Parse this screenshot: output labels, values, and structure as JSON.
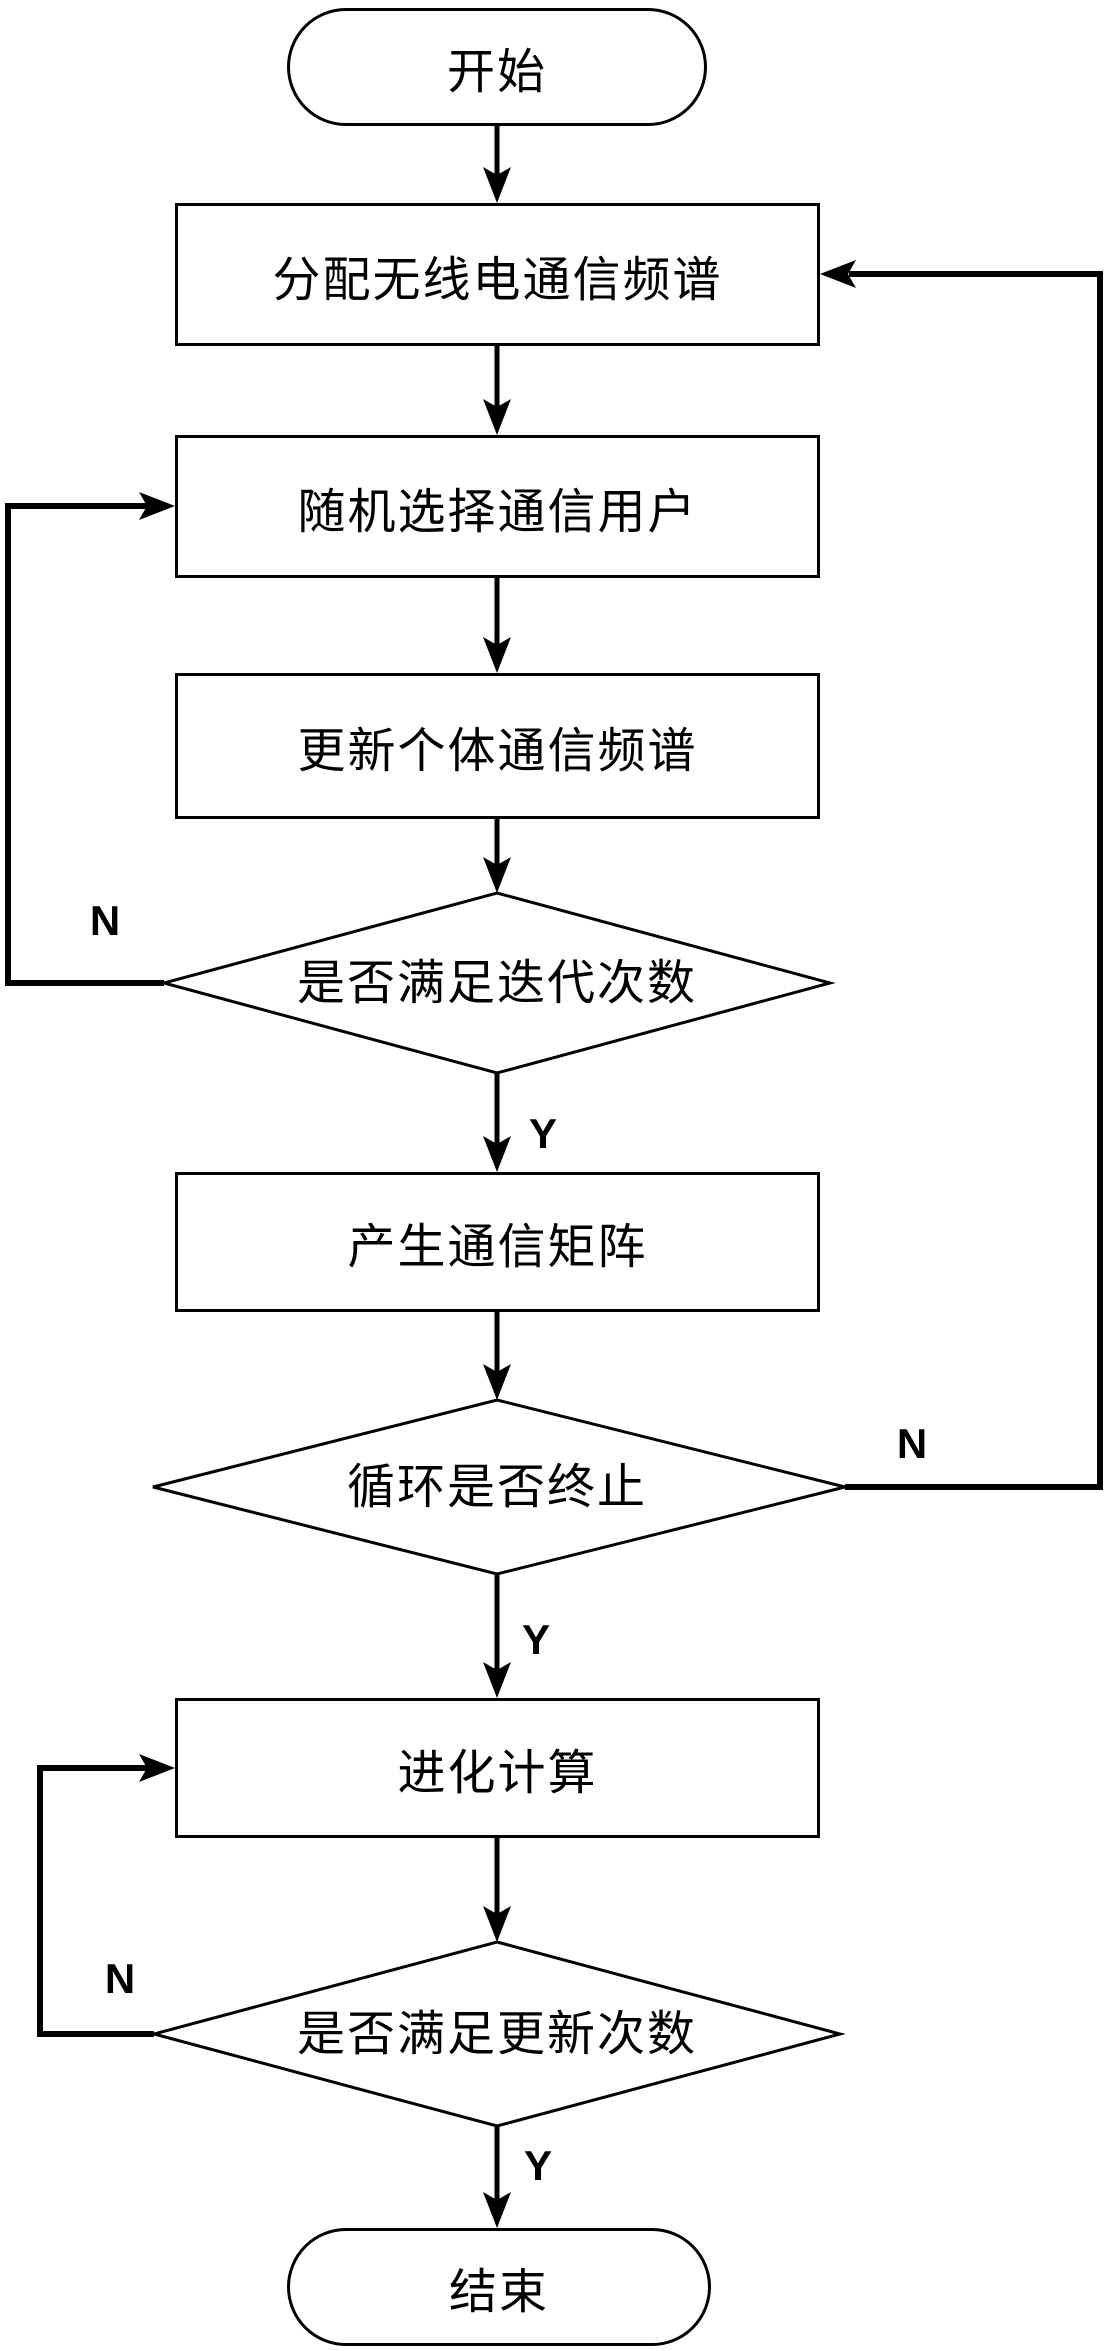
{
  "figure": {
    "background": "#ffffff",
    "line_color": "#000000",
    "node_fill": "#ffffff",
    "nodes": {
      "start": {
        "type": "terminator",
        "label": "开始"
      },
      "allocate_spectrum": {
        "type": "process",
        "label": "分配无线电通信频谱"
      },
      "select_user": {
        "type": "process",
        "label": "随机选择通信用户"
      },
      "update_spectrum": {
        "type": "process",
        "label": "更新个体通信频谱"
      },
      "iteration_check": {
        "type": "decision",
        "label": "是否满足迭代次数"
      },
      "generate_matrix": {
        "type": "process",
        "label": "产生通信矩阵"
      },
      "loop_end_check": {
        "type": "decision",
        "label": "循环是否终止"
      },
      "evolution": {
        "type": "process",
        "label": "进化计算"
      },
      "update_check": {
        "type": "decision",
        "label": "是否满足更新次数"
      },
      "end": {
        "type": "terminator",
        "label": "结束"
      }
    },
    "branches": {
      "iteration_n": "N",
      "iteration_y": "Y",
      "loop_n": "N",
      "loop_y": "Y",
      "update_n": "N",
      "update_y": "Y"
    },
    "edges": [
      {
        "from": "start",
        "to": "allocate_spectrum"
      },
      {
        "from": "allocate_spectrum",
        "to": "select_user"
      },
      {
        "from": "select_user",
        "to": "update_spectrum"
      },
      {
        "from": "update_spectrum",
        "to": "iteration_check"
      },
      {
        "from": "iteration_check",
        "to": "select_user",
        "label": "N"
      },
      {
        "from": "iteration_check",
        "to": "generate_matrix",
        "label": "Y"
      },
      {
        "from": "generate_matrix",
        "to": "loop_end_check"
      },
      {
        "from": "loop_end_check",
        "to": "allocate_spectrum",
        "label": "N"
      },
      {
        "from": "loop_end_check",
        "to": "evolution",
        "label": "Y"
      },
      {
        "from": "evolution",
        "to": "update_check"
      },
      {
        "from": "update_check",
        "to": "evolution",
        "label": "N"
      },
      {
        "from": "update_check",
        "to": "end",
        "label": "Y"
      }
    ]
  }
}
